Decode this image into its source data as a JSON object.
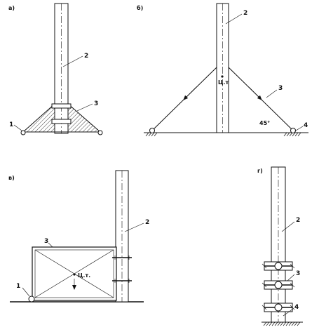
{
  "panels": {
    "a": {
      "label": "а)",
      "callouts": {
        "column": "2",
        "triangle_support": "3",
        "pivot": "1"
      }
    },
    "b": {
      "label": "б)",
      "callouts": {
        "column": "2",
        "brace": "3",
        "anchor": "4"
      },
      "center_label": "Ц.т",
      "angle_label": "45°"
    },
    "v": {
      "label": "в)",
      "callouts": {
        "column": "2",
        "frame": "3",
        "pivot": "1"
      },
      "center_label": "Ц.т."
    },
    "g": {
      "label": "г)",
      "callouts": {
        "column": "2",
        "clamp": "3",
        "base": "4"
      }
    }
  },
  "colors": {
    "ink": "#111111",
    "paper": "#ffffff"
  }
}
